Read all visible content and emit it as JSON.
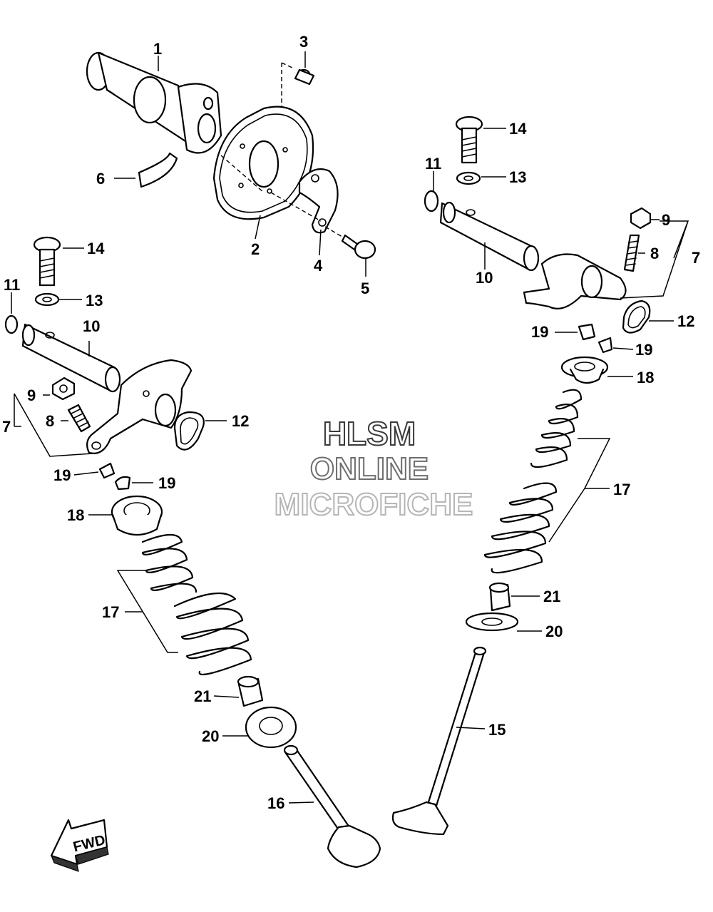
{
  "watermark": {
    "line1": "HLSM",
    "line2": "ONLINE",
    "line3": "MICROFICHE",
    "color1": "#3a3a3a",
    "color2": "#6e6e6e",
    "color3": "#b5b5b5"
  },
  "fwd": {
    "label": "FWD"
  },
  "callouts": {
    "c1": "1",
    "c2": "2",
    "c3": "3",
    "c4": "4",
    "c5": "5",
    "c6": "6",
    "c14r": "14",
    "c13r": "13",
    "c11r": "11",
    "c10r": "10",
    "c9r": "9",
    "c8r": "8",
    "c7r": "7",
    "c12r": "12",
    "c19ra": "19",
    "c19rb": "19",
    "c18r": "18",
    "c17r": "17",
    "c21r": "21",
    "c20r": "20",
    "c15": "15",
    "c14l": "14",
    "c13l": "13",
    "c11l": "11",
    "c10l": "10",
    "c9l": "9",
    "c8l": "8",
    "c7l": "7",
    "c12l": "12",
    "c19la": "19",
    "c19lb": "19",
    "c18l": "18",
    "c17l": "17",
    "c21l": "21",
    "c20l": "20",
    "c16": "16"
  }
}
